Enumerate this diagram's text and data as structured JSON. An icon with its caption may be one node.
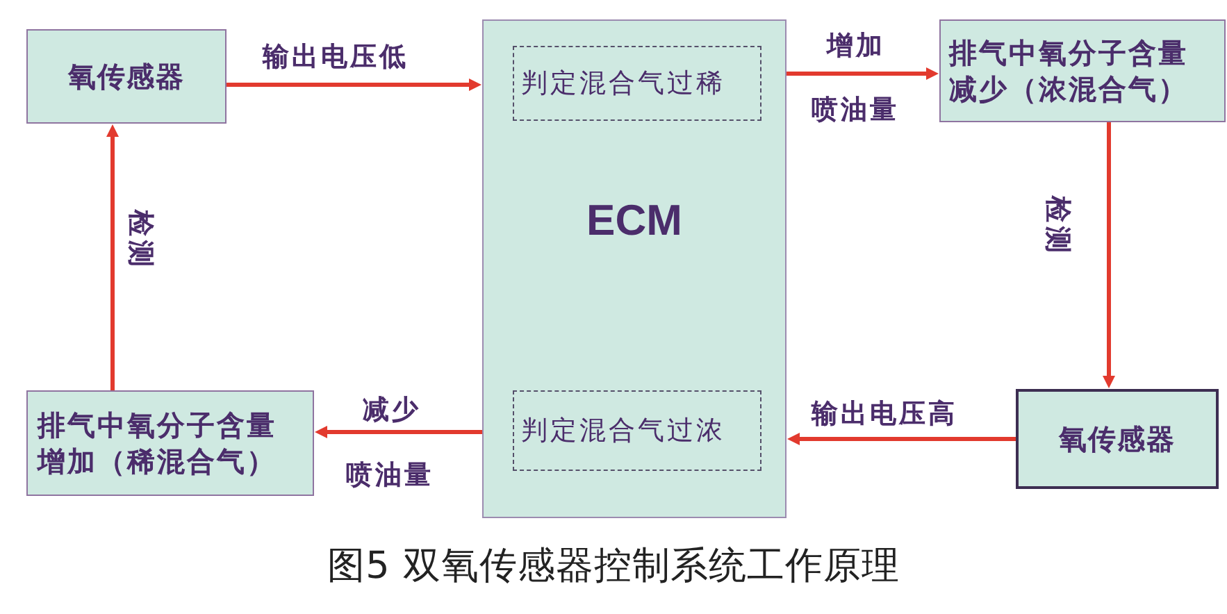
{
  "diagram": {
    "caption": "图5 双氧传感器控制系统工作原理",
    "nodes": [
      {
        "text": [
          "氧传感器"
        ]
      },
      {
        "text": [
          "ECM"
        ]
      },
      {
        "text": [
          "判定混合气过稀"
        ],
        "in": 1
      },
      {
        "text": [
          "判定混合气过浓"
        ],
        "in": 1
      },
      {
        "text": [
          "排气中氧分子含量减少（浓混合气）"
        ]
      },
      {
        "text": [
          "氧传感器"
        ]
      },
      {
        "text": [
          "排气中氧分子含量增加（稀混合气）"
        ]
      }
    ],
    "edges": [
      {
        "from": 0,
        "to": 1,
        "arrow": "to",
        "label": "输出电压低"
      },
      {
        "from": 1,
        "to": 4,
        "arrow": "to",
        "label": "增加"
      },
      {
        "from": 4,
        "to": 5,
        "arrow": "to",
        "label": "检测"
      },
      {
        "from": 5,
        "to": 1,
        "arrow": "to",
        "label": "输出电压高"
      },
      {
        "from": 1,
        "to": 6,
        "arrow": "to",
        "label": "减少"
      },
      {
        "from": 6,
        "to": 0,
        "arrow": "to",
        "label": "检测"
      }
    ],
    "labels": [
      "喷油量",
      "喷油量"
    ]
  }
}
